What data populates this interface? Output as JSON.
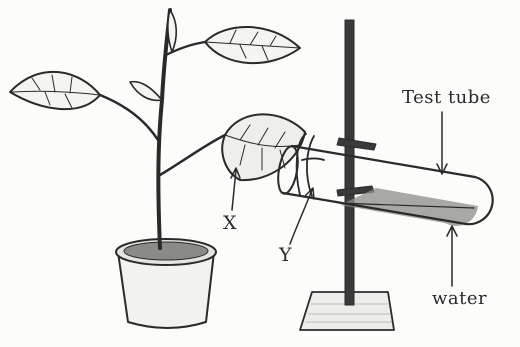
{
  "labels": {
    "test_tube": "Test tube",
    "water": "water",
    "x": "X",
    "y": "Y"
  },
  "colors": {
    "ink": "#2a2a2a",
    "paper": "#fcfcfa",
    "water": "#6f6f6f"
  }
}
